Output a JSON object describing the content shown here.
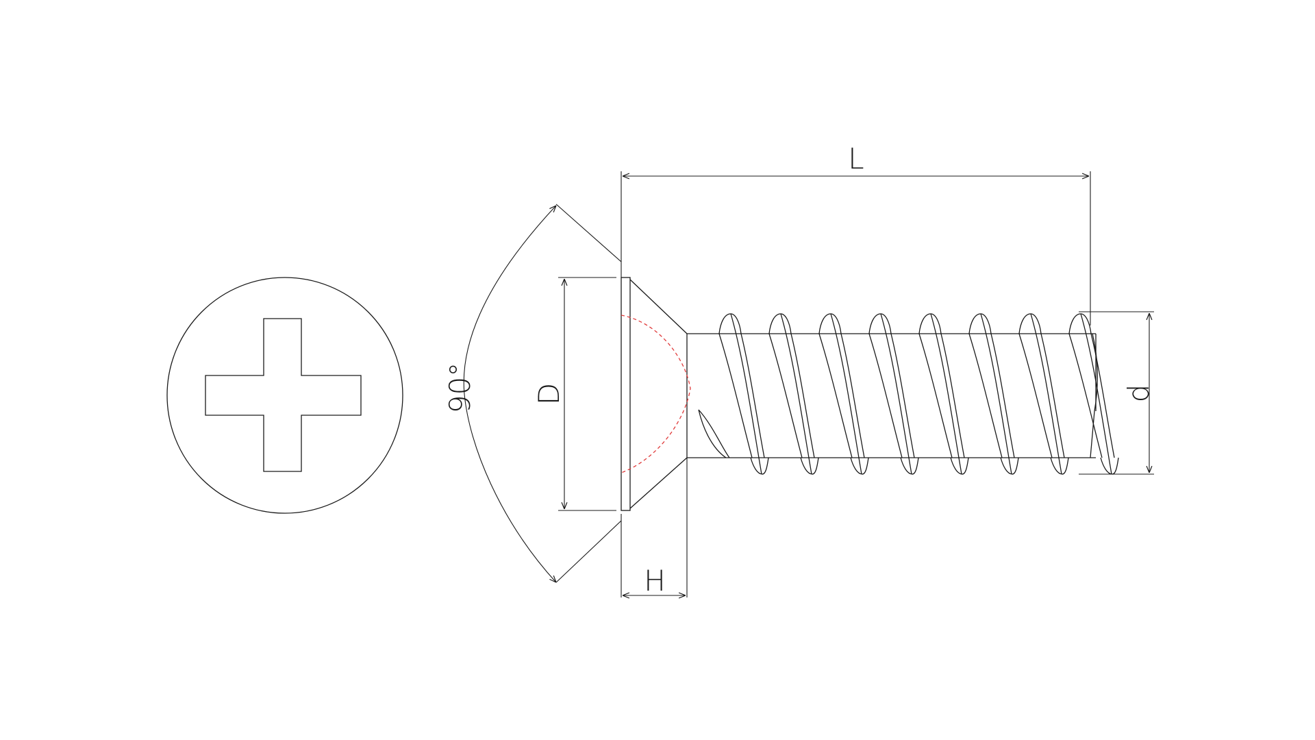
{
  "dimensions": {
    "length": "L",
    "thread_diameter": "d",
    "head_diameter": "D",
    "head_height": "H",
    "countersink_angle": "90°"
  },
  "colors": {
    "line": "#1a1a1a",
    "hidden_line": "#e03a3a",
    "background": "#ffffff"
  }
}
